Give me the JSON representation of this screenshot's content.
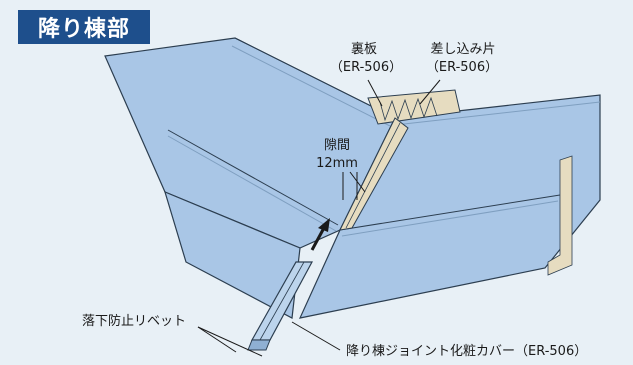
{
  "title": "降り棟部",
  "labels": {
    "back_plate": "裏板",
    "back_plate_code": "（ER-506）",
    "insert_piece": "差し込み片",
    "insert_piece_code": "（ER-506）",
    "gap": "隙間",
    "gap_value": "12mm",
    "rivet": "落下防止リベット",
    "cover": "降り棟ジョイント化粧カバー（ER-506）"
  },
  "colors": {
    "background": "#e8f0f6",
    "title_bg": "#1e4f8c",
    "panel_fill": "#a9c6e6",
    "panel_edge": "#2c3e50",
    "cover_fill": "#bcd4ec",
    "insert_fill": "#e6dcc0"
  }
}
